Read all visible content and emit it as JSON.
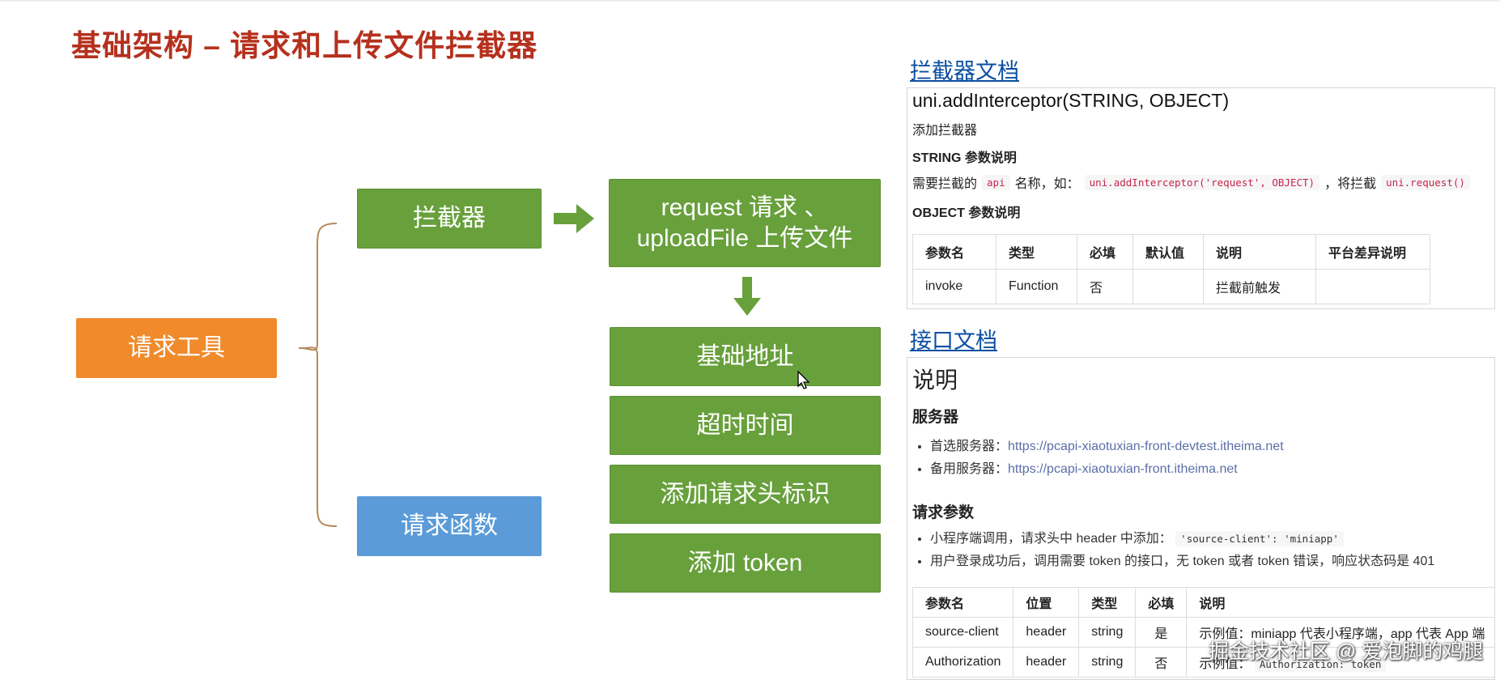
{
  "slide": {
    "title": "基础架构 – 请求和上传文件拦截器"
  },
  "diagram": {
    "root": "请求工具",
    "branch_interceptor": "拦截器",
    "branch_function": "请求函数",
    "target_line1": "request 请求 、",
    "target_line2": "uploadFile 上传文件",
    "steps": [
      "基础地址",
      "超时时间",
      "添加请求头标识",
      "添加 token"
    ],
    "colors": {
      "green": "#68a03c",
      "orange": "#f08a2b",
      "blue": "#5a9bd8",
      "title": "#b5311e"
    }
  },
  "interceptor_doc": {
    "link": "拦截器文档",
    "signature": "uni.addInterceptor(STRING, OBJECT)",
    "desc": "添加拦截器",
    "string_heading": "STRING 参数说明",
    "param_prefix": "需要拦截的",
    "param_code_api": "api",
    "param_mid": "名称，如：",
    "param_code_example": "uni.addInterceptor('request', OBJECT)",
    "param_suffix": "，将拦截",
    "param_code_target": "uni.request()",
    "object_heading": "OBJECT 参数说明",
    "table_headers": [
      "参数名",
      "类型",
      "必填",
      "默认值",
      "说明",
      "平台差异说明"
    ],
    "table_row": [
      "invoke",
      "Function",
      "否",
      "",
      "拦截前触发",
      ""
    ]
  },
  "api_doc": {
    "link": "接口文档",
    "heading": "说明",
    "server_heading": "服务器",
    "server_primary_label": "首选服务器：",
    "server_primary_url": "https://pcapi-xiaotuxian-front-devtest.itheima.net",
    "server_backup_label": "备用服务器：",
    "server_backup_url": "https://pcapi-xiaotuxian-front.itheima.net",
    "request_heading": "请求参数",
    "bullet1_text": "小程序端调用，请求头中 header 中添加：",
    "bullet1_code": "'source-client': 'miniapp'",
    "bullet2_text": "用户登录成功后，调用需要 token 的接口，无 token 或者 token 错误，响应状态码是 401",
    "table_headers": [
      "参数名",
      "位置",
      "类型",
      "必填",
      "说明"
    ],
    "rows": [
      [
        "source-client",
        "header",
        "string",
        "是",
        "示例值：miniapp 代表小程序端，app 代表 App 端"
      ],
      [
        "Authorization",
        "header",
        "string",
        "否",
        "示例值：",
        "Authorization: token"
      ]
    ]
  },
  "watermark": "掘金技术社区 @ 爱泡脚的鸡腿"
}
